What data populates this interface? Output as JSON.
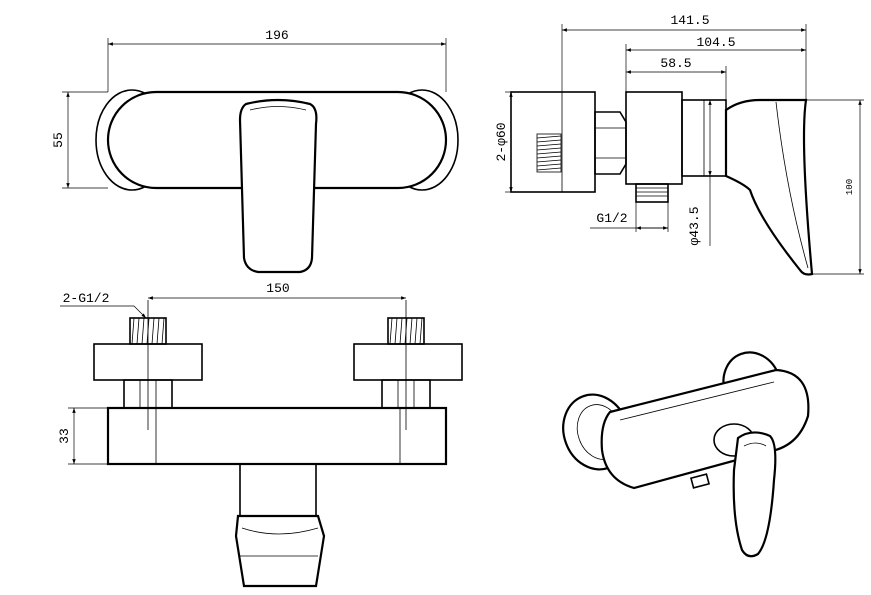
{
  "dimensions": {
    "front_width": "196",
    "front_height": "55",
    "side_overall": "141.5",
    "side_mid": "104.5",
    "side_short": "58.5",
    "flange_dia": "2-φ60",
    "outlet_thread": "G1/2",
    "body_dia": "φ43.5",
    "side_height": "100",
    "inlet_thread": "2-G1/2",
    "center_distance": "150",
    "body_height": "33"
  }
}
